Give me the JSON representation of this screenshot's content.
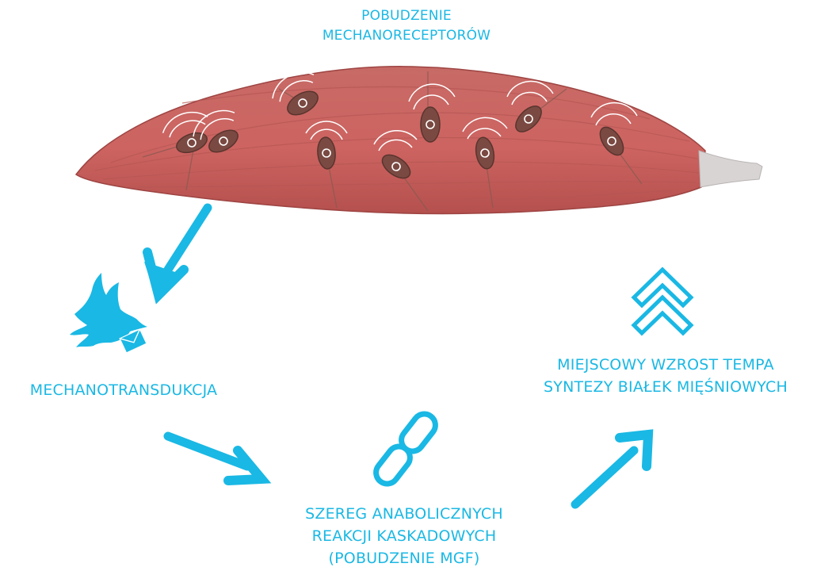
{
  "labels": {
    "top": [
      "POBUDZENIE",
      "MECHANORECEPTORÓW"
    ],
    "mechanotransduction": "MECHANOTRANSDUKCJA",
    "synthesis": [
      "MIEJSCOWY WZROST TEMPA",
      "SYNTEZY BIAŁEK MIĘŚNIOWYCH"
    ],
    "cascade": [
      "SZEREG ANABOLICZNYCH",
      "REAKCJI KASKADOWYCH",
      "(POBUDZENIE MGF)"
    ]
  },
  "colors": {
    "accent": "#1ab8e4",
    "muscle": "#c9625f",
    "muscle_dark": "#a84b49",
    "tendon": "#d6d6d6",
    "receptor": "#7a4a42"
  },
  "icons": [
    "dove-with-letter-icon",
    "chain-link-icon",
    "double-chevron-up-icon"
  ]
}
